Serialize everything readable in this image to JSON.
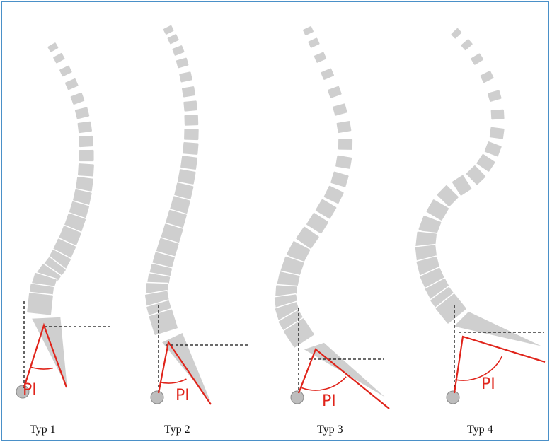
{
  "figure": {
    "panels": [
      {
        "label": "Typ 1",
        "angle_label": "PI"
      },
      {
        "label": "Typ 2",
        "angle_label": "PI"
      },
      {
        "label": "Typ 3",
        "angle_label": "PI"
      },
      {
        "label": "Typ 4",
        "angle_label": "PI"
      }
    ]
  },
  "colors": {
    "frame_border": "#4a90c8",
    "vertebra_fill": "#cfcfcf",
    "pi_line": "#e0241b",
    "reference_line": "#111111"
  }
}
